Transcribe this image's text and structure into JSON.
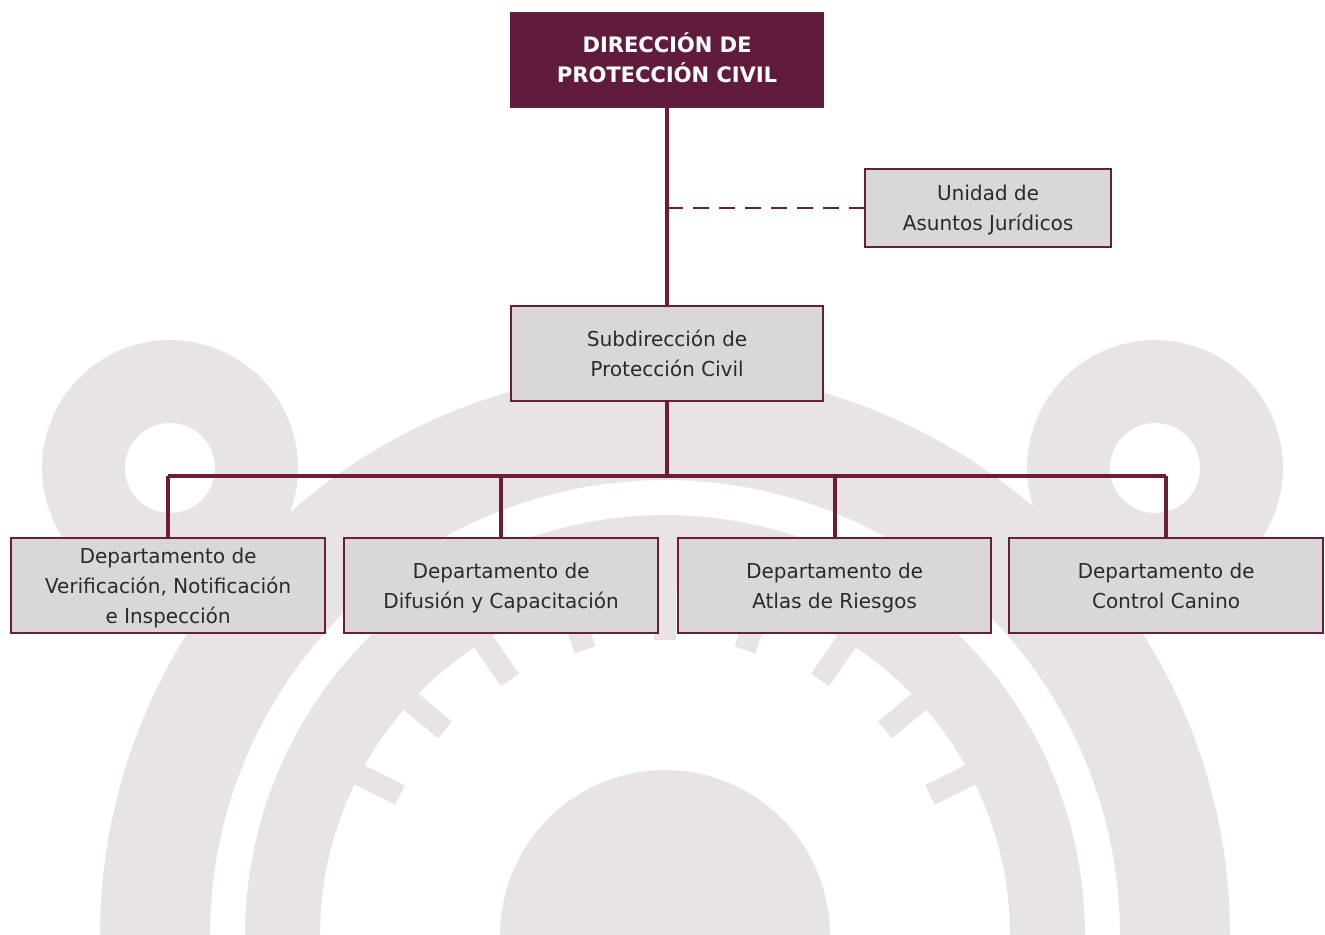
{
  "org_chart": {
    "direccion": "DIRECCIÓN DE\nPROTECCIÓN CIVIL",
    "unidad_juridica": "Unidad de\nAsuntos Jurídicos",
    "subdireccion": "Subdirección de\nProtección Civil",
    "departamentos": [
      "Departamento de\nVerificación, Notificación\ne Inspección",
      "Departamento de\nDifusión y Capacitación",
      "Departamento de\nAtlas de Riesgos",
      "Departamento de\nControl Canino"
    ]
  },
  "colors": {
    "accent": "#611c3d",
    "line": "#6b1d3a",
    "box_fill": "#d9d7d7",
    "watermark": "#e7e4e3"
  },
  "icons": {
    "watermark": "emblem-watermark"
  }
}
